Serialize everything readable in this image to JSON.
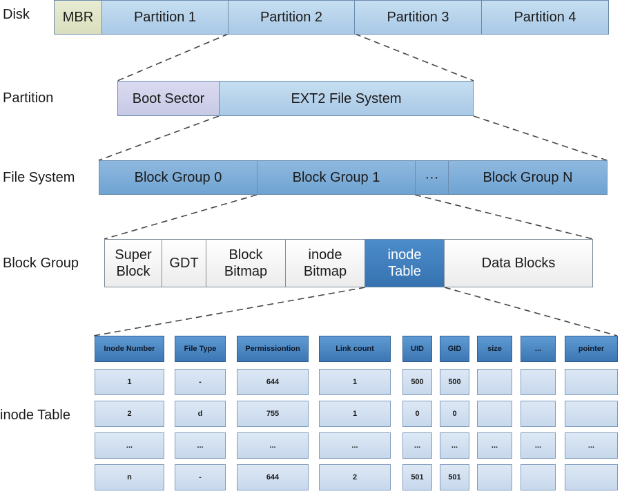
{
  "labels": {
    "disk": "Disk",
    "partition": "Partition",
    "file_system": "File System",
    "block_group": "Block Group",
    "inode_table": "inode Table"
  },
  "disk": {
    "mbr": "MBR",
    "partition_1": "Partition 1",
    "partition_2": "Partition 2",
    "partition_3": "Partition 3",
    "partition_4": "Partition 4"
  },
  "partition": {
    "boot_sector": "Boot Sector",
    "ext2": "EXT2 File System"
  },
  "file_system": {
    "group_0": "Block Group 0",
    "group_1": "Block Group 1",
    "ellipsis": "···",
    "group_n": "Block Group N"
  },
  "block_group": {
    "super_block": "Super\nBlock",
    "gdt": "GDT",
    "block_bitmap": "Block\nBitmap",
    "inode_bitmap": "inode\nBitmap",
    "inode_table": "inode\nTable",
    "data_blocks": "Data Blocks"
  },
  "table": {
    "headers": [
      "Inode Number",
      "File Type",
      "Permissiontion",
      "Link count",
      "UID",
      "GID",
      "size",
      "...",
      "pointer"
    ],
    "rows": [
      [
        "1",
        "-",
        "644",
        "1",
        "500",
        "500",
        "",
        "",
        ""
      ],
      [
        "2",
        "d",
        "755",
        "1",
        "0",
        "0",
        "",
        "",
        ""
      ],
      [
        "...",
        "...",
        "...",
        "...",
        "...",
        "...",
        "...",
        "...",
        "..."
      ],
      [
        "n",
        "-",
        "644",
        "2",
        "501",
        "501",
        "",
        "",
        ""
      ]
    ]
  },
  "colors": {
    "bar_blue": "#a9c9e6",
    "highlight": "#3672b0",
    "table_header": "#3d77b3",
    "table_cell": "#c7d8ec",
    "mbr": "#d9dfbd",
    "boot_sector": "#c7c9e6"
  }
}
